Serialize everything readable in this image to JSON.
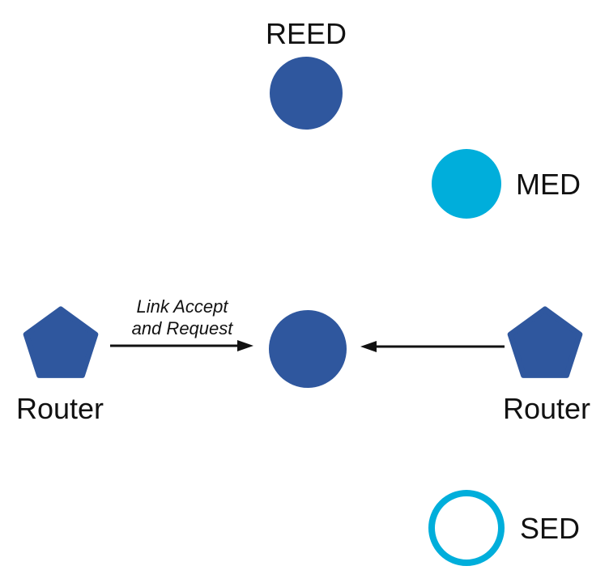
{
  "diagram": {
    "background": "#ffffff",
    "colors": {
      "node_blue": "#2F579E",
      "node_cyan": "#00AEDB",
      "sed_fill": "#ffffff",
      "arrow": "#111111",
      "text": "#111111"
    },
    "nodes": {
      "reed": {
        "label": "REED",
        "shape": "circle-filled-blue"
      },
      "med": {
        "label": "MED",
        "shape": "circle-filled-cyan"
      },
      "parent": {
        "label": "",
        "shape": "circle-filled-blue"
      },
      "router_left": {
        "label": "Router",
        "shape": "pentagon-blue"
      },
      "router_right": {
        "label": "Router",
        "shape": "pentagon-blue"
      },
      "sed": {
        "label": "SED",
        "shape": "circle-outline-cyan"
      }
    },
    "edges": {
      "left_to_center": {
        "label_line1": "Link Accept",
        "label_line2": "and Request",
        "direction": "right"
      },
      "right_to_center": {
        "direction": "left"
      }
    }
  }
}
